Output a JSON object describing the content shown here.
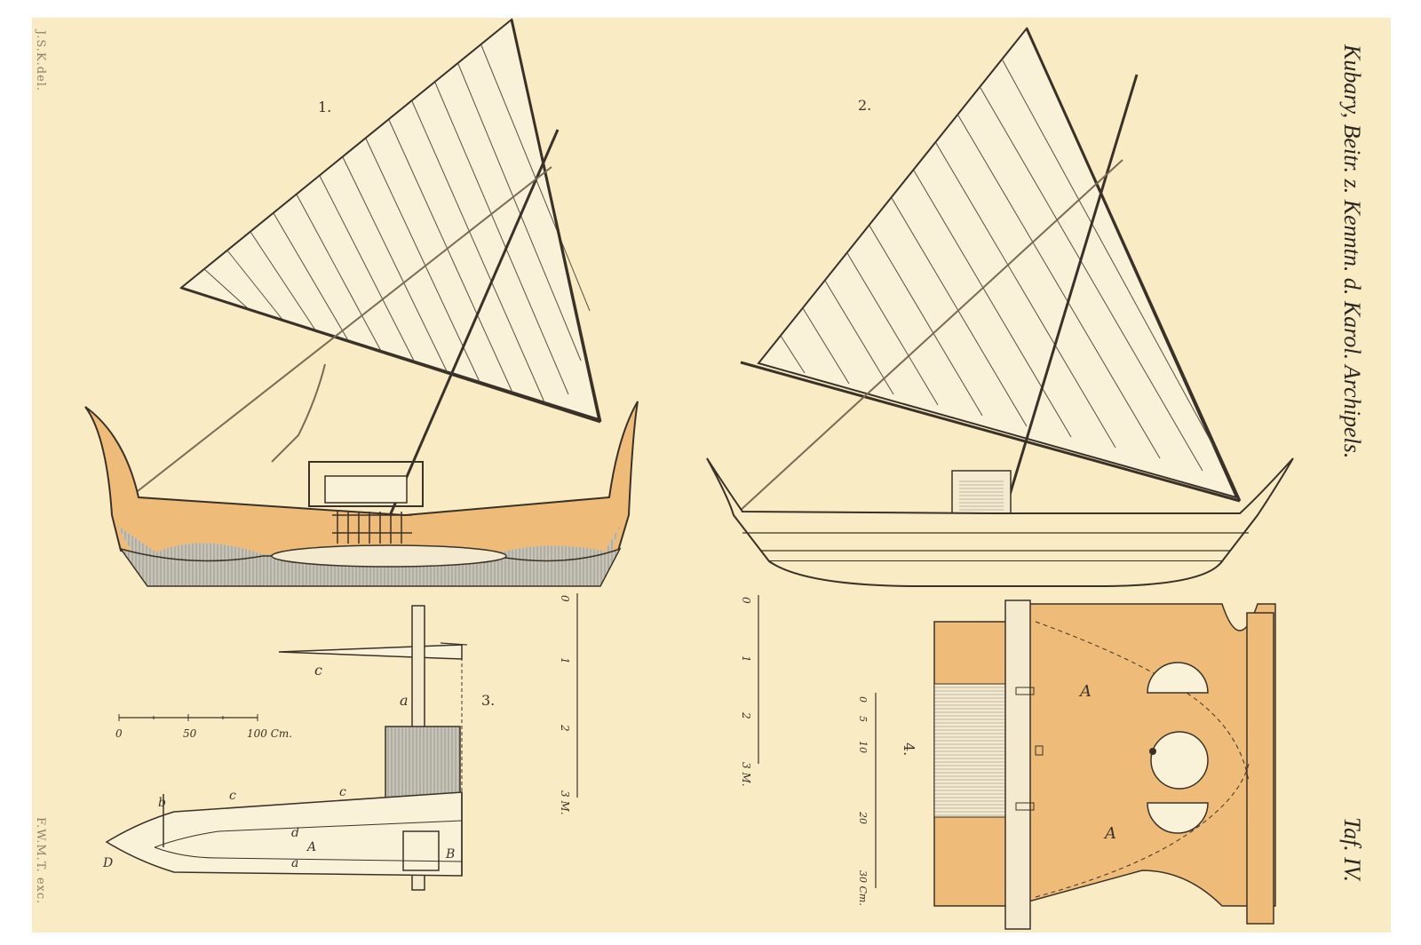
{
  "plate": {
    "title": "Kubary, Beitr. z. Kenntn. d. Karol. Archipels.",
    "plate_number": "Taf. IV.",
    "credit_left_top": "J.S.K.del.",
    "credit_left_bottom": "F.W.M.T. exc."
  },
  "figures": {
    "fig1": "1.",
    "fig2": "2.",
    "fig3": "3.",
    "fig4": "4."
  },
  "scale_left": {
    "ticks": [
      "0",
      "50",
      "100 Cm."
    ]
  },
  "scale_meters_1": {
    "ticks": [
      "0",
      "1",
      "2",
      "3 M."
    ]
  },
  "scale_meters_2": {
    "ticks": [
      "0",
      "1",
      "2",
      "3 M."
    ]
  },
  "scale_cm": {
    "ticks": [
      "0",
      "5",
      "10",
      "20",
      "30 Cm."
    ]
  },
  "fig3_labels": {
    "a_top": "a",
    "c_top": "c",
    "b": "b",
    "c1": "c",
    "c2": "c",
    "d": "d",
    "A": "A",
    "a_bottom": "a",
    "D": "D",
    "B": "B"
  },
  "fig4_labels": {
    "A_top": "A",
    "A_bottom": "A"
  },
  "colors": {
    "paper": "#f9ecc4",
    "hull_tan": "#eebc78",
    "ink": "#3a3228",
    "hull_grey": "#b9b6ad"
  }
}
